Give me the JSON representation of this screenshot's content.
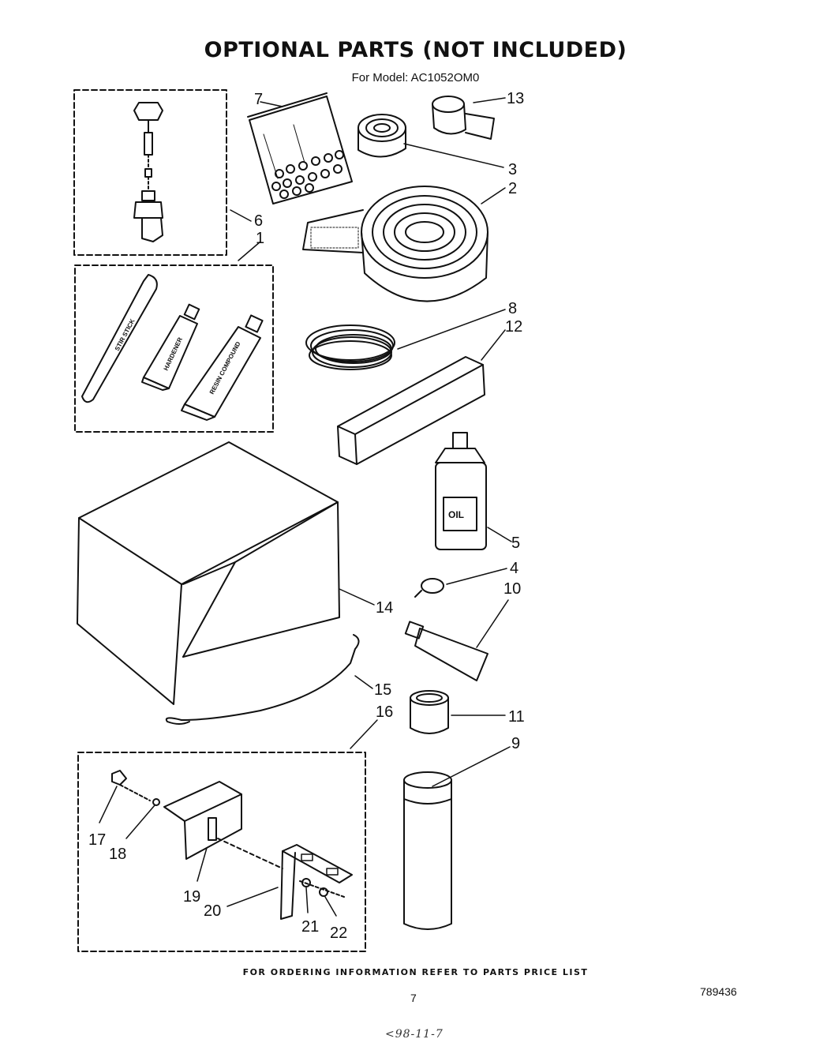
{
  "header": {
    "title": "OPTIONAL PARTS   (NOT INCLUDED)",
    "model_line": "For Model: AC1052OM0"
  },
  "callouts": [
    "1",
    "2",
    "3",
    "4",
    "5",
    "6",
    "7",
    "8",
    "9",
    "10",
    "11",
    "12",
    "13",
    "14",
    "15",
    "16",
    "17",
    "18",
    "19",
    "20",
    "21",
    "22"
  ],
  "item_labels": {
    "stir_stick": "STIR STICK",
    "hardener": "HARDENER",
    "resin": "RESIN COMPOUND",
    "oil": "OIL"
  },
  "footer": {
    "ordering_note": "FOR ORDERING INFORMATION REFER TO PARTS PRICE LIST",
    "page_number": "7",
    "document_number": "789436",
    "handwritten_mark": "<98-11-7"
  }
}
